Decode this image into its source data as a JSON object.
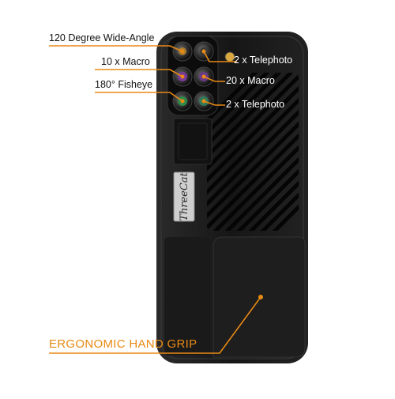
{
  "labels": {
    "wide_angle": "120 Degree Wide-Angle",
    "macro_10x": "10 x Macro",
    "fisheye": "180° Fisheye",
    "telephoto_top": "2 x Telephoto",
    "macro_20x": "20 x Macro",
    "telephoto_bottom": "2 x Telephoto",
    "hand_grip": "ERGONOMIC HAND GRIP"
  },
  "brand_plate": "ThreeCat",
  "colors": {
    "callout": "#e98a14",
    "case": "#151515",
    "lens_purple": "#7a3a9a",
    "lens_green": "#2f8a4a"
  }
}
